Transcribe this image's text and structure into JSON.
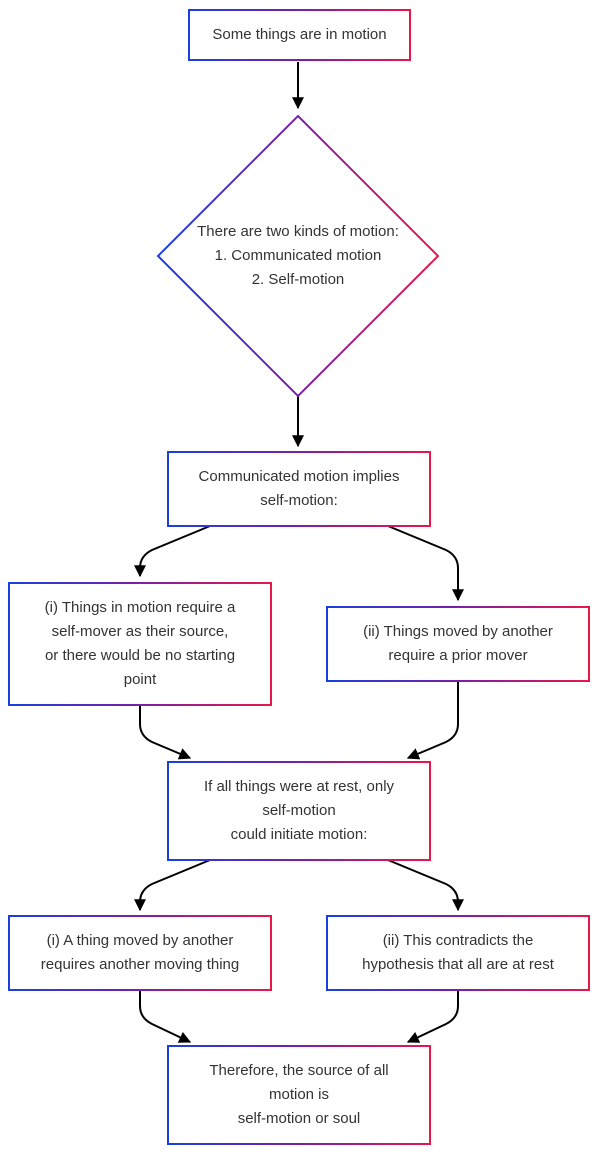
{
  "diagram": {
    "colors": {
      "gradient_start": "#1a3fe0",
      "gradient_mid": "#7a1fa8",
      "gradient_end": "#e8174a",
      "text": "#333333",
      "edge": "#000000",
      "background": "#ffffff"
    },
    "nodes": {
      "start": {
        "lines": [
          "Some things are in motion"
        ]
      },
      "kinds": {
        "lines": [
          "There are two kinds of motion:",
          "1. Communicated motion",
          "2. Self-motion"
        ]
      },
      "communicated": {
        "lines": [
          "Communicated motion implies",
          "self-motion:"
        ]
      },
      "self_mover": {
        "lines": [
          "(i) Things in motion require a",
          "self-mover as their source,",
          "or there would be no starting",
          "point"
        ]
      },
      "prior_mover": {
        "lines": [
          "(ii) Things moved by another",
          "require a prior mover"
        ]
      },
      "at_rest": {
        "lines": [
          "If all things were at rest, only",
          "self-motion",
          "could initiate motion:"
        ]
      },
      "another_moving": {
        "lines": [
          "(i) A thing moved by another",
          "requires another moving thing"
        ]
      },
      "contradicts": {
        "lines": [
          "(ii) This contradicts the",
          "hypothesis that all are at rest"
        ]
      },
      "conclusion": {
        "lines": [
          "Therefore, the source of all",
          "motion is",
          "self-motion or soul"
        ]
      }
    }
  }
}
